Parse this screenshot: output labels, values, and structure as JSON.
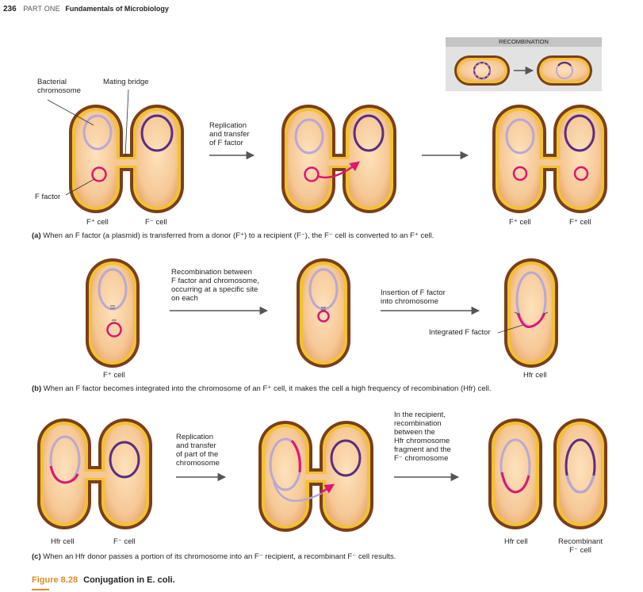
{
  "header": {
    "page_number": "236",
    "part": "PART ONE",
    "chapter": "Fundamentals of Microbiology"
  },
  "inset": {
    "title": "RECOMBINATION"
  },
  "panel_a": {
    "label_bacterial_chromosome": "Bacterial\nchromosome",
    "label_mating_bridge": "Mating bridge",
    "label_f_factor": "F factor",
    "label_replication": "Replication\nand transfer\nof F factor",
    "cell_fplus_left": "F⁺ cell",
    "cell_fminus": "F⁻ cell",
    "cell_fplus_right1": "F⁺ cell",
    "cell_fplus_right2": "F⁺ cell",
    "caption_letter": "(a)",
    "caption_text": "When an F factor (a plasmid) is transferred from a donor (F⁺) to a recipient (F⁻), the F⁻ cell is converted to an F⁺ cell."
  },
  "panel_b": {
    "label_recombination": "Recombination between\nF factor and chromosome,\noccurring at a specific site\non each",
    "label_insertion": "Insertion of F factor\ninto chromosome",
    "label_integrated": "Integrated F factor",
    "cell_fplus": "F⁺ cell",
    "cell_hfr": "Hfr cell",
    "caption_letter": "(b)",
    "caption_text": "When an F factor becomes integrated into the chromosome of an F⁺ cell, it makes the cell a high frequency of recombination (Hfr) cell."
  },
  "panel_c": {
    "label_replication_part": "Replication\nand transfer\nof part of the\nchromosome",
    "label_in_recipient": "In the recipient,\nrecombination\nbetween the\nHfr chromosome\nfragment and the\nF⁻ chromosome",
    "cell_hfr_left": "Hfr cell",
    "cell_fminus": "F⁻ cell",
    "cell_hfr_right": "Hfr cell",
    "cell_recombinant": "Recombinant\nF⁻ cell",
    "caption_letter": "(c)",
    "caption_text": "When an Hfr donor passes a portion of its chromosome into an F⁻ recipient, a recombinant F⁻ cell results."
  },
  "figure": {
    "number": "Figure 8.28",
    "title": "Conjugation in E. coli."
  },
  "colors": {
    "cell_outer": "#7a3f1c",
    "cell_wall": "#f2c230",
    "cytoplasm": "#f6c896",
    "chromosome": "#b9a8d4",
    "plasmid_recipient": "#5a2d82",
    "f_factor": "#e0156e",
    "inset_bg": "#e2e2e2",
    "figure_accent": "#e08a2a"
  }
}
